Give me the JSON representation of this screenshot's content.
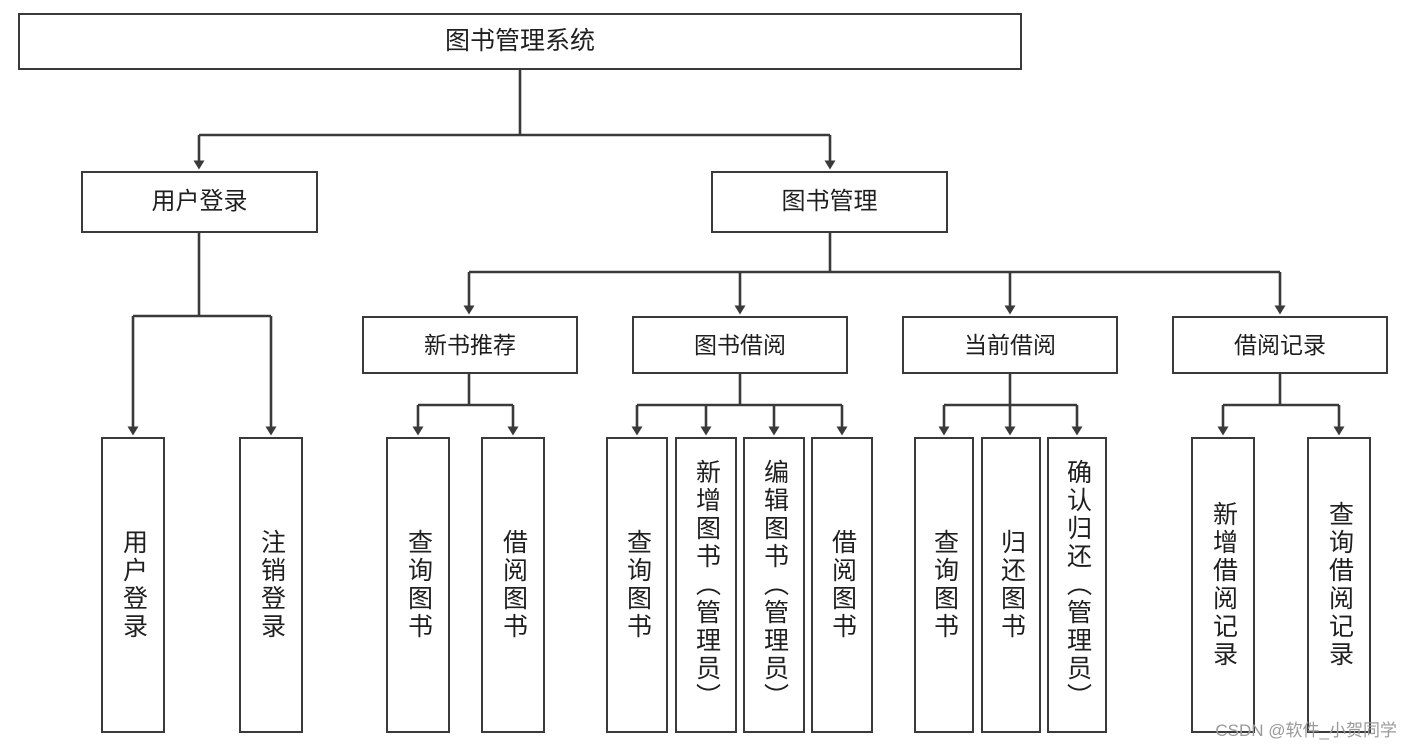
{
  "diagram": {
    "title": "图书管理系统",
    "type": "hierarchy-tree",
    "watermark": "CSDN @软件_小贺同学",
    "colors": {
      "background": "#ffffff",
      "box_border": "#3a3a3a",
      "box_fill": "#ffffff",
      "edge": "#3a3a3a",
      "text": "#1f1f1f",
      "watermark": "#9a9a9a"
    },
    "root": {
      "label": "图书管理系统"
    },
    "level2": [
      {
        "label": "用户登录"
      },
      {
        "label": "图书管理"
      }
    ],
    "level3": [
      {
        "label": "新书推荐"
      },
      {
        "label": "图书借阅"
      },
      {
        "label": "当前借阅"
      },
      {
        "label": "借阅记录"
      }
    ],
    "leaves": {
      "user_login": [
        {
          "label": "用户登录"
        },
        {
          "label": "注销登录"
        }
      ],
      "new_book_recommend": [
        {
          "label": "查询图书"
        },
        {
          "label": "借阅图书"
        }
      ],
      "book_borrow": [
        {
          "label": "查询图书"
        },
        {
          "label": "新增图书（管理员）"
        },
        {
          "label": "编辑图书（管理员）"
        },
        {
          "label": "借阅图书"
        }
      ],
      "current_borrow": [
        {
          "label": "查询图书"
        },
        {
          "label": "归还图书"
        },
        {
          "label": "确认归还（管理员）"
        }
      ],
      "borrow_record": [
        {
          "label": "新增借阅记录"
        },
        {
          "label": "查询借阅记录"
        }
      ]
    }
  }
}
